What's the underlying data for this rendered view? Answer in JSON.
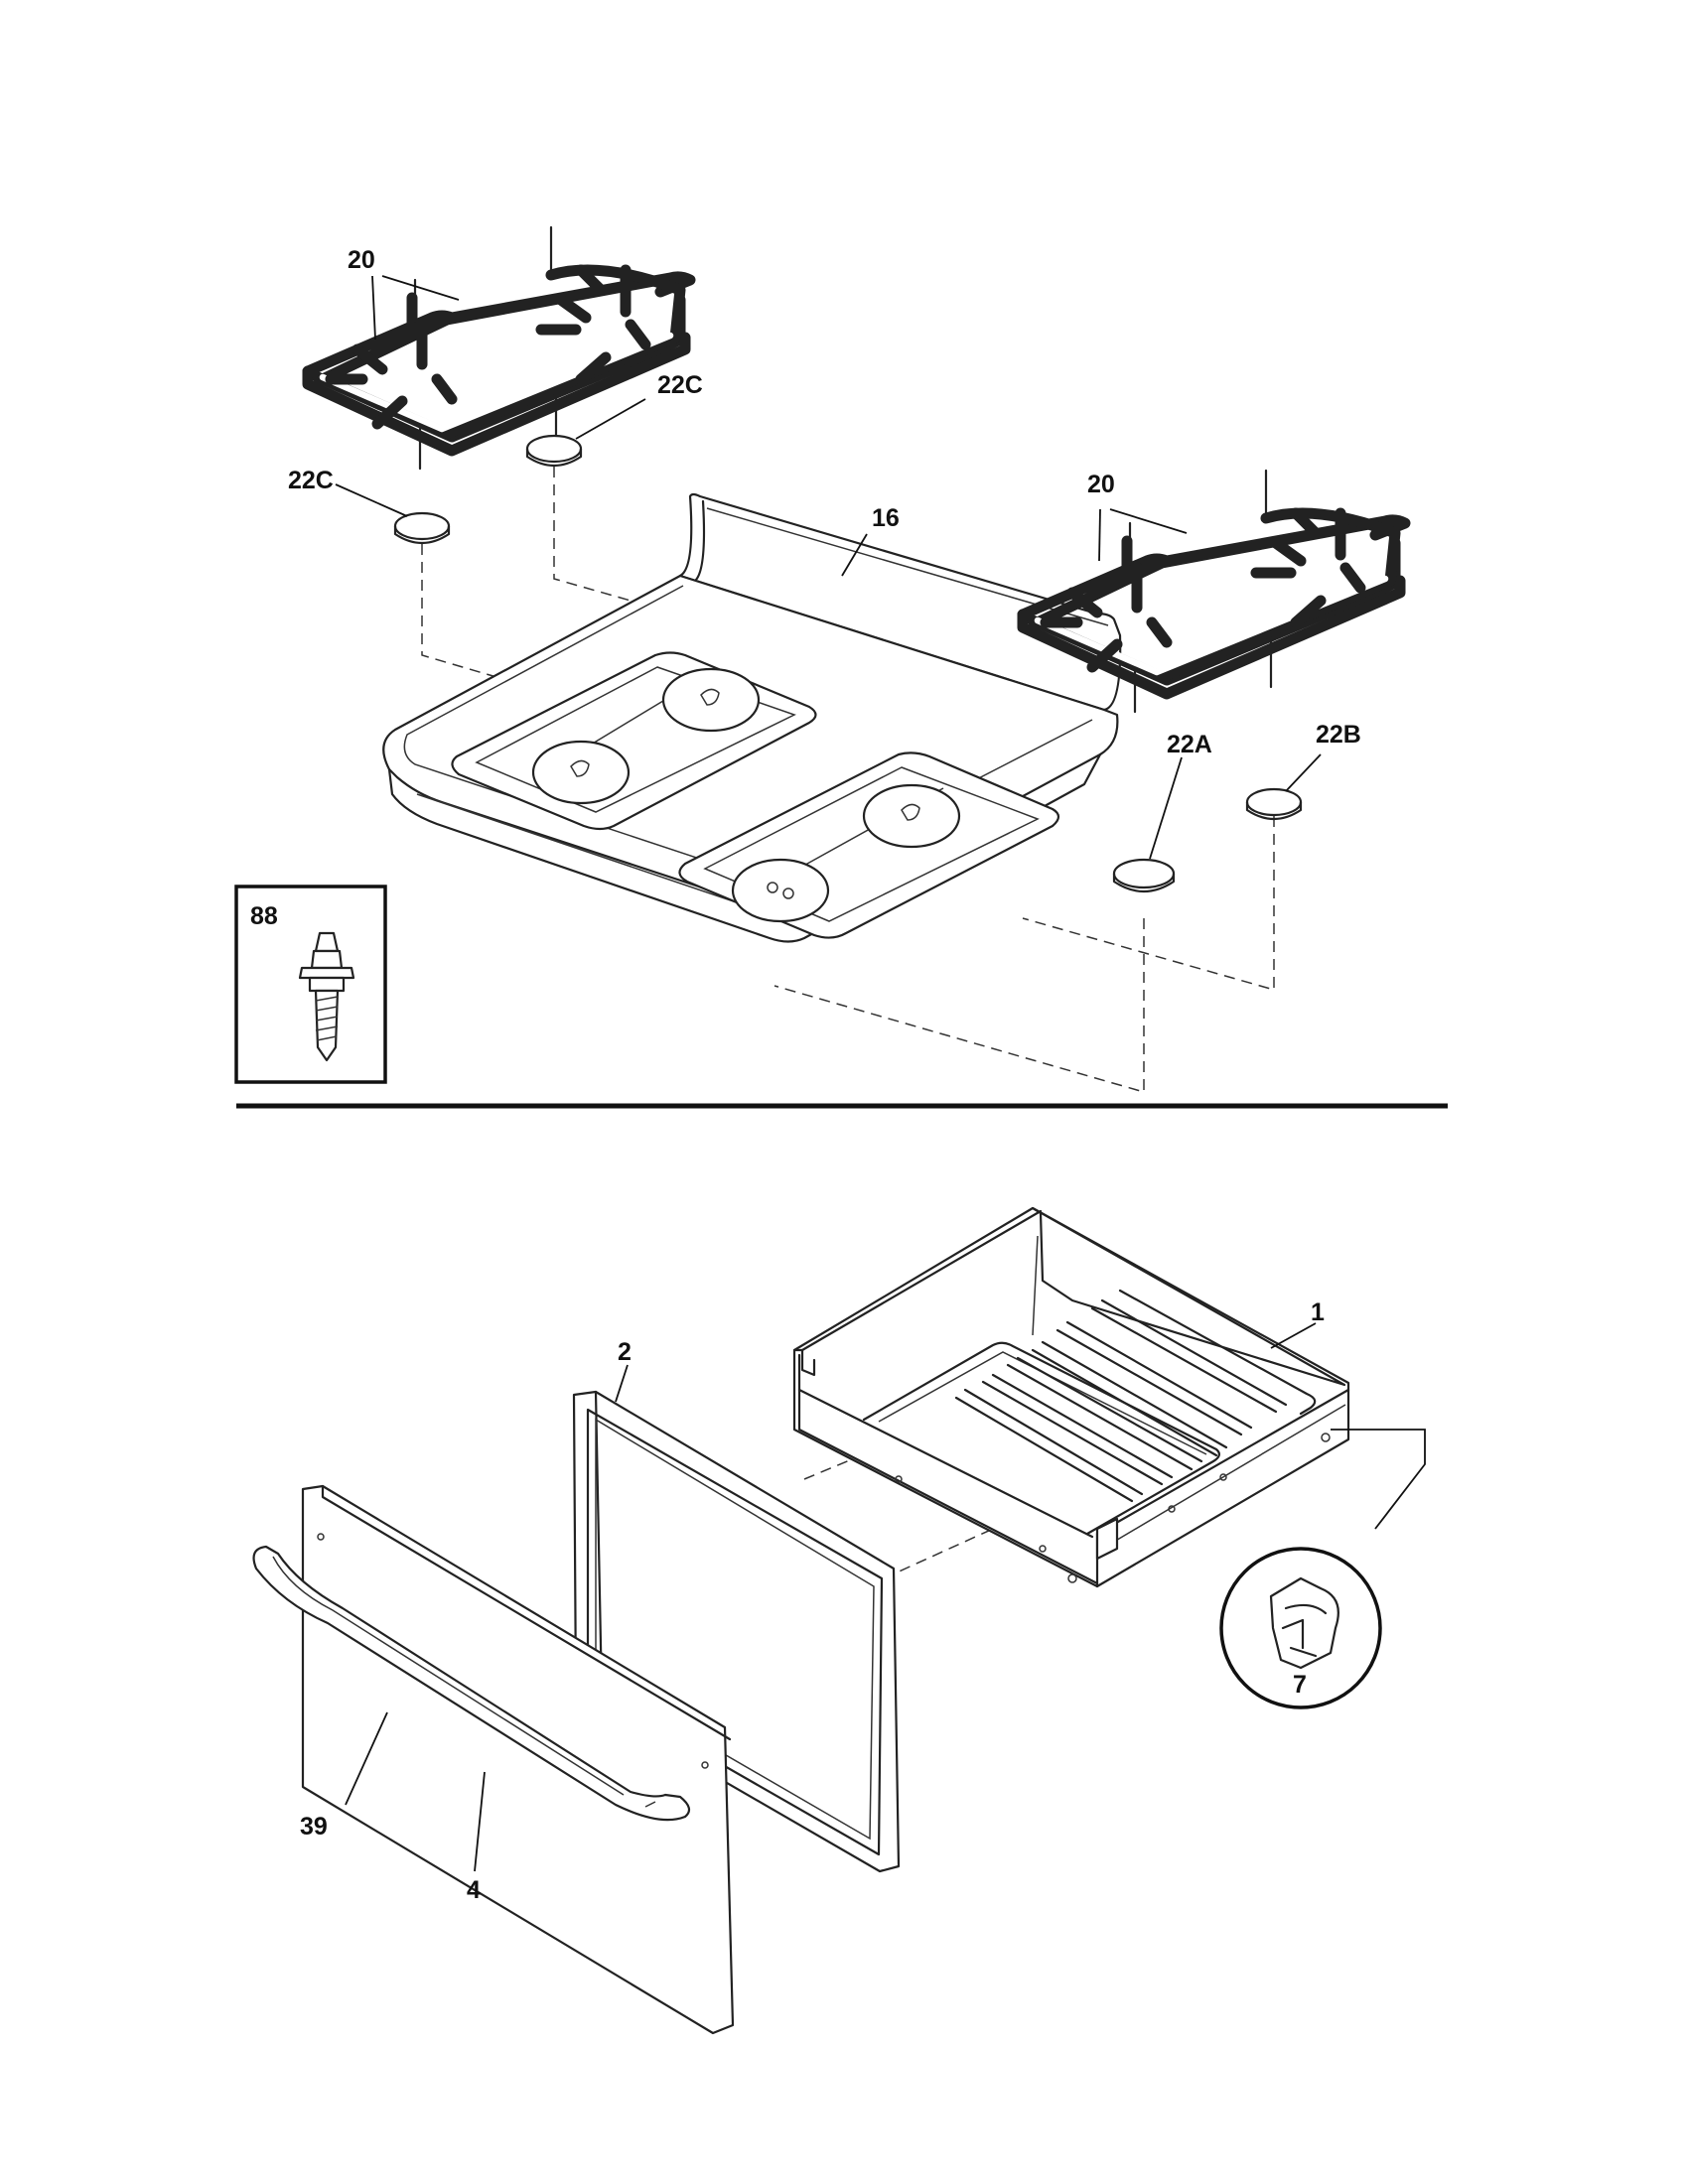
{
  "labels": {
    "grates_left": "20",
    "grates_right": "20",
    "cap_left_a": "22C",
    "cap_left_b": "22C",
    "cooktop": "16",
    "cap_right_a": "22A",
    "cap_right_b": "22B",
    "stud": "88",
    "drawer_body": "1",
    "drawer_glass": "2",
    "drawer_panel": "4",
    "drawer_handle": "39",
    "drawer_clip": "7"
  },
  "colors": {
    "line": "#222222",
    "background": "#ffffff"
  }
}
